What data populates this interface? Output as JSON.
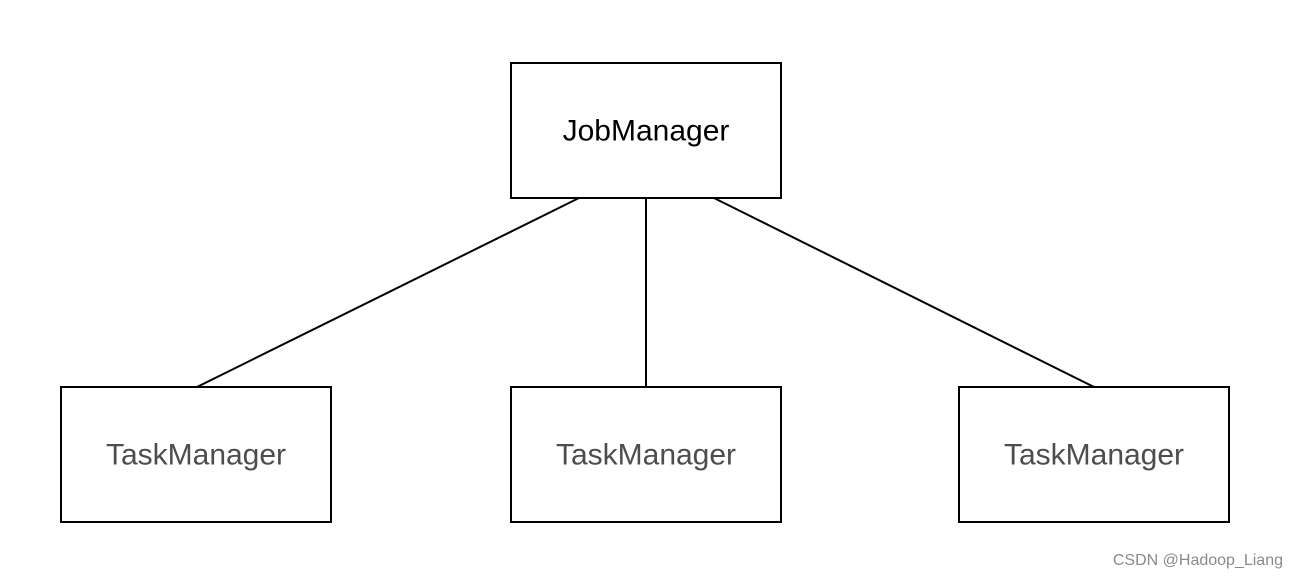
{
  "diagram": {
    "root": {
      "label": "JobManager",
      "text_color": "#000000"
    },
    "workers": [
      {
        "label": "TaskManager",
        "text_color": "#4d4d4d"
      },
      {
        "label": "TaskManager",
        "text_color": "#4d4d4d"
      },
      {
        "label": "TaskManager",
        "text_color": "#4d4d4d"
      }
    ],
    "border_color": "#000000",
    "connector_color": "#000000",
    "background": "#ffffff"
  },
  "watermark": {
    "text": "CSDN @Hadoop_Liang"
  }
}
